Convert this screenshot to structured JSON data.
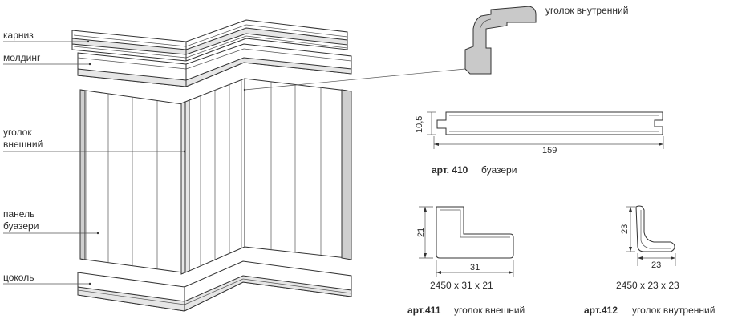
{
  "labels": {
    "cornice": "карниз",
    "molding": "молдинг",
    "outer_corner_line1": "уголок",
    "outer_corner_line2": "внешний",
    "panel_line1": "панель",
    "panel_line2": "буазери",
    "plinth": "цоколь",
    "inner_corner_callout": "уголок внутренний"
  },
  "panel_profile": {
    "height": "10,5",
    "width": "159",
    "art_number": "арт. 410",
    "name": "буазери"
  },
  "outer_corner": {
    "height": "21",
    "width": "31",
    "size": "2450 x 31 x 21",
    "art_number": "арт.411",
    "name": "уголок внешний"
  },
  "inner_corner": {
    "height": "23",
    "width": "23",
    "size": "2450 x 23 x 23",
    "art_number": "арт.412",
    "name": "уголок внутренний"
  }
}
